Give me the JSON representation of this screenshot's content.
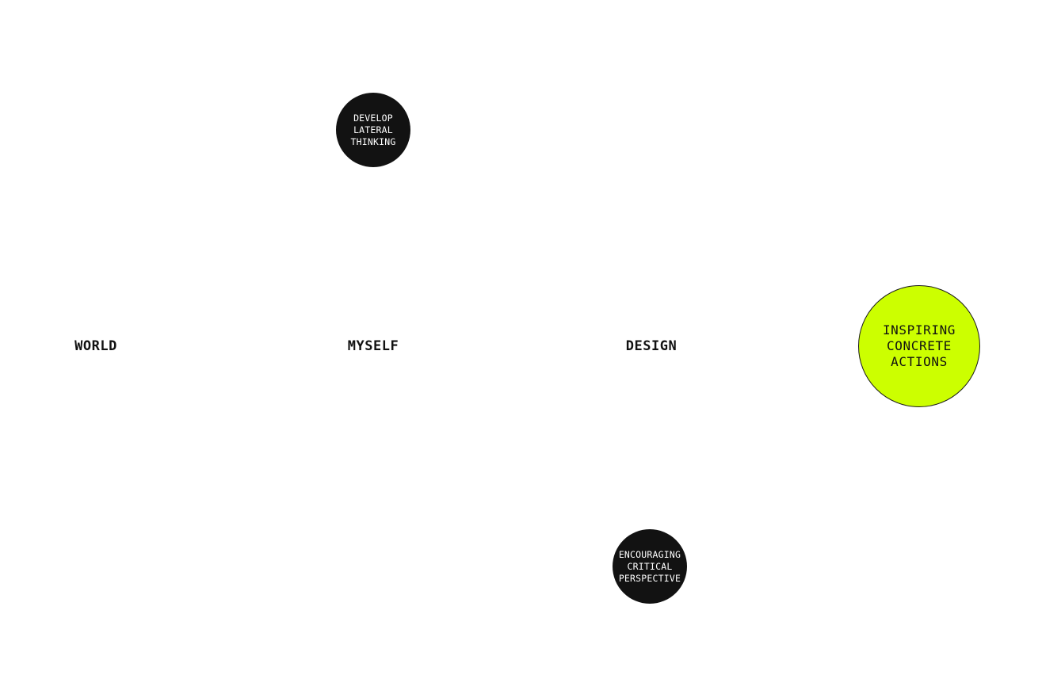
{
  "nodes": {
    "world": "WORLD",
    "myself": "MYSELF",
    "design": "DESIGN"
  },
  "bubbles": {
    "lateral_thinking": "DEVELOP\nLATERAL\nTHINKING",
    "critical_perspective": "ENCOURAGING\nCRITICAL\nPERSPECTIVE",
    "concrete_actions": "INSPIRING\nCONCRETE\nACTIONS"
  },
  "colors": {
    "dark_bubble": "#121212",
    "accent_bubble": "#ccff00",
    "background": "#ffffff"
  }
}
